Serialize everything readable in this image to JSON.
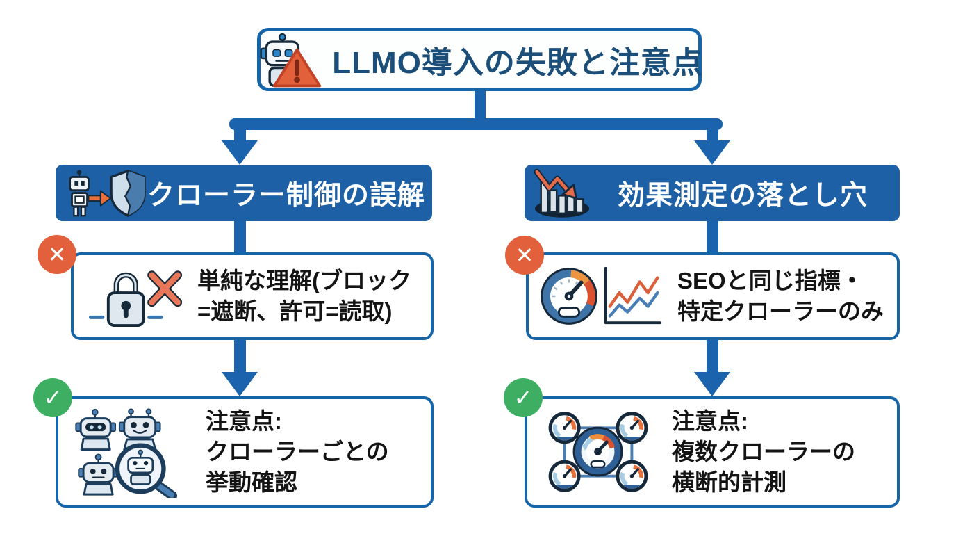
{
  "palette": {
    "connector_blue": "#1b64ad",
    "box_border_blue": "#1565a8",
    "header_fill_blue": "#1d60a5",
    "title_text_blue": "#1b4e79",
    "error_badge_orange": "#e2603c",
    "success_badge_green": "#3dae62",
    "header_text": "#ffffff",
    "body_text": "#141414"
  },
  "title": {
    "label": "LLMO導入の失敗と注意点",
    "icon": "robot-warning-icon"
  },
  "badges": {
    "error_glyph": "✕",
    "success_glyph": "✓"
  },
  "columns": [
    {
      "header": {
        "label": "クローラー制御の誤解",
        "icon": "robot-shield-icon"
      },
      "problem": {
        "badge": "error",
        "icon": "lock-x-icon",
        "lines": [
          "単純な理解(ブロック",
          "=遮断、許可=読取)"
        ]
      },
      "caution": {
        "badge": "success",
        "icon": "robots-magnifier-icon",
        "lines": [
          "注意点:",
          "クローラーごとの",
          "挙動確認"
        ]
      }
    },
    {
      "header": {
        "label": "効果測定の落とし穴",
        "icon": "falling-chart-icon"
      },
      "problem": {
        "badge": "error",
        "icon": "gauge-linechart-icon",
        "lines": [
          "SEOと同じ指標・",
          "特定クローラーのみ"
        ]
      },
      "caution": {
        "badge": "success",
        "icon": "gauge-network-icon",
        "lines": [
          "注意点:",
          "複数クローラーの",
          "横断的計測"
        ]
      }
    }
  ]
}
